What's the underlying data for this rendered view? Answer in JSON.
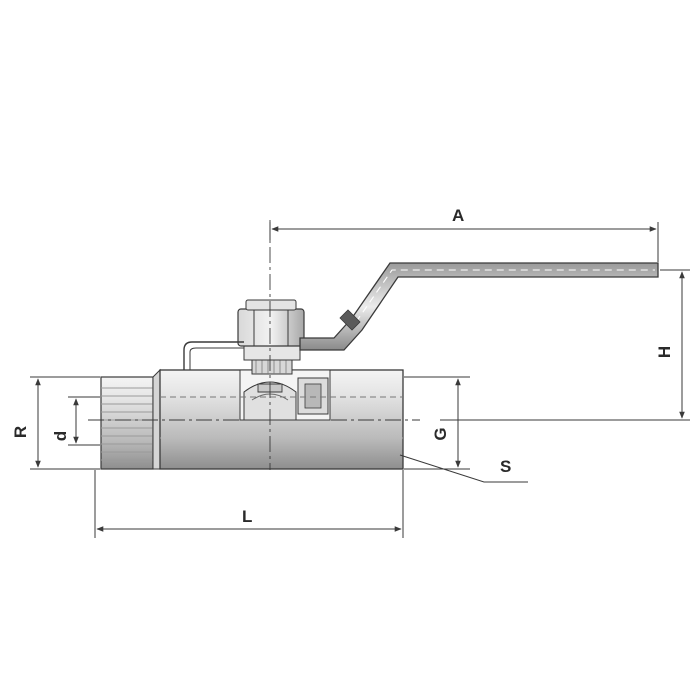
{
  "diagram": {
    "subject": "ball-valve",
    "labels": {
      "A": "A",
      "H": "H",
      "R": "R",
      "d": "d",
      "G": "G",
      "L": "L",
      "S": "S"
    }
  },
  "colors": {
    "line": "#3a3a3a",
    "body_light": "#eeeeee",
    "body_mid": "#c8c8c8",
    "body_dark": "#9a9a9a",
    "thread": "#b5b5b5"
  }
}
